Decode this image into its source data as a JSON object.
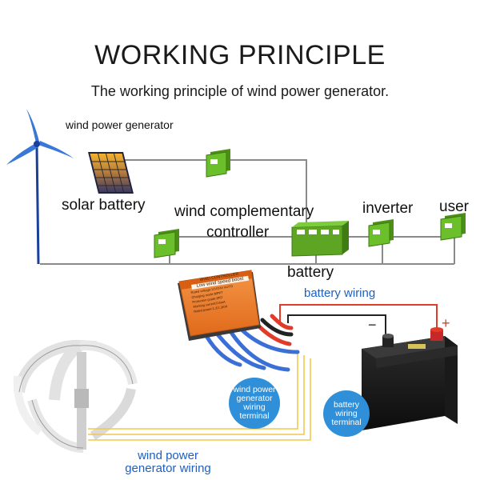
{
  "title": "WORKING PRINCIPLE",
  "subtitle": "The working principle of wind power generator.",
  "labels": {
    "wind_power_generator": "wind power generator",
    "solar_battery": "solar battery",
    "wind_complementary_controller_line1": "wind complementary",
    "wind_complementary_controller_line2": "controller",
    "inverter": "inverter",
    "user": "user",
    "battery": "battery",
    "battery_wiring": "battery wiring",
    "minus": "−",
    "plus": "+",
    "wind_power_generator_wiring_line1": "wind power",
    "wind_power_generator_wiring_line2": "generator wiring"
  },
  "bubbles": {
    "generator_terminal": "wind power generator wiring terminal",
    "battery_terminal": "battery wiring terminal"
  },
  "controller_panel": {
    "header": "WIND CONTROLLER",
    "model": "Low wind speed boost",
    "spec_lines": [
      "Rated voltage:12V/24V AUTO",
      "Charging mode:MPPT",
      "Protection grade:IP67",
      "Working current:0.6mA",
      "Rated power:1.2/1.3KW"
    ]
  },
  "colors": {
    "line_gray": "#8a8a8a",
    "wind_line_blue": "#1c3f9a",
    "module_green": "#5ea523",
    "controller_orange": "#ef7d2a",
    "bubble_blue": "#2f8fd8",
    "label_blue": "#1f5fbf",
    "wire_red": "#e23b2a",
    "wire_blue": "#3b6fd8",
    "wire_yellow": "#f3c74d"
  }
}
